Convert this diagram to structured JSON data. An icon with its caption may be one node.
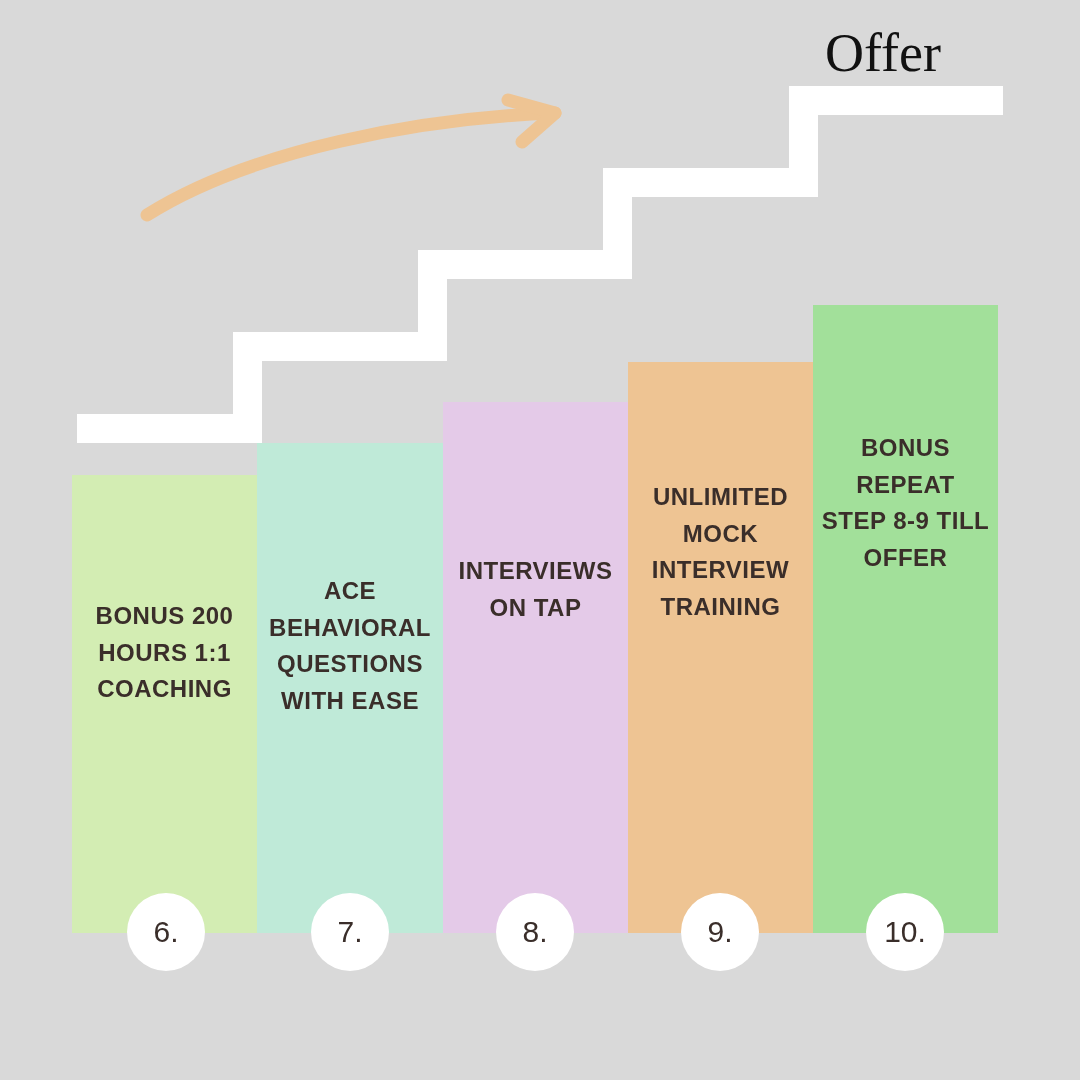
{
  "diagram": {
    "nodes": [
      {
        "text": [
          "BONUS 200 HOURS 1:1 COACHING"
        ]
      },
      {
        "text": [
          "6."
        ]
      },
      {
        "text": [
          "ACE BEHAVIORAL QUESTIONS WITH EASE"
        ]
      },
      {
        "text": [
          "7."
        ]
      },
      {
        "text": [
          "INTERVIEWS ON TAP"
        ]
      },
      {
        "text": [
          "8."
        ]
      },
      {
        "text": [
          "UNLIMITED MOCK INTERVIEW TRAINING"
        ]
      },
      {
        "text": [
          "9."
        ]
      },
      {
        "text": [
          "BONUS REPEAT STEP 8-9 TILL OFFER"
        ]
      },
      {
        "text": [
          "10."
        ]
      }
    ],
    "labels": [
      "Offer"
    ]
  }
}
